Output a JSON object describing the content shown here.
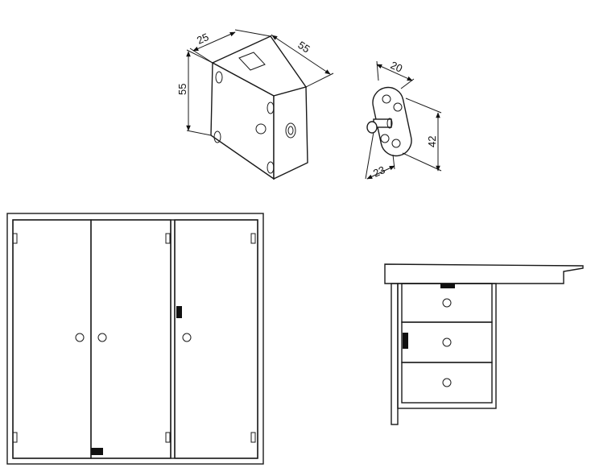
{
  "lock_box": {
    "depth_label": "25",
    "width_label": "55",
    "height_label": "55"
  },
  "strike_plate": {
    "depth_label": "20",
    "height_label": "42",
    "width_label": "23"
  },
  "colors": {
    "line": "#1a1a1a",
    "mark": "#111111",
    "background": "#ffffff"
  }
}
